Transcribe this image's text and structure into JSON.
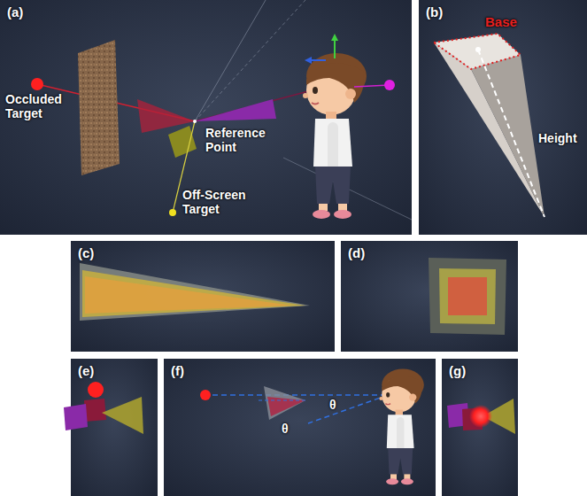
{
  "diagram": {
    "nodes": [
      {
        "text": [
          "(a)"
        ]
      },
      {
        "text": [
          "(b)"
        ]
      },
      {
        "text": [
          "(c)"
        ]
      },
      {
        "text": [
          "(d)"
        ]
      },
      {
        "text": [
          "(e)"
        ]
      },
      {
        "text": [
          "(f)"
        ]
      },
      {
        "text": [
          "(g)"
        ]
      }
    ],
    "labels": [
      "Occluded Target",
      "Reference Point",
      "Off-Screen Target",
      "Base",
      "Height",
      "θ",
      "θ"
    ]
  }
}
